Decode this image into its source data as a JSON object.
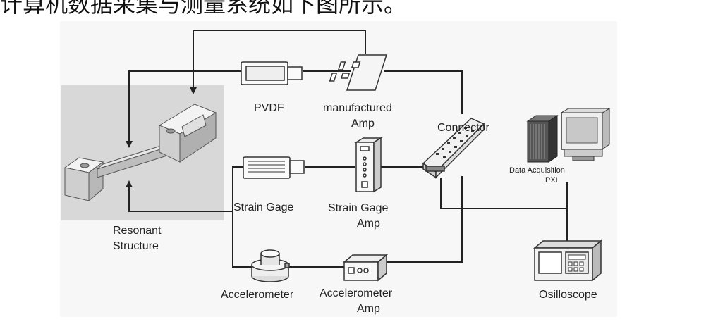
{
  "caption": "计算机数据采集与测量系统如下图所示。",
  "labels": {
    "resonant_1": "Resonant",
    "resonant_2": "Structure",
    "pvdf": "PVDF",
    "manufactured_1": "manufactured",
    "manufactured_2": "Amp",
    "connector": "Connector",
    "daq_1": "Data Acquisition",
    "daq_2": "PXI",
    "strain_gage": "Strain Gage",
    "strain_amp_1": "Strain Gage",
    "strain_amp_2": "Amp",
    "accelerometer": "Accelerometer",
    "accel_amp_1": "Accelerometer",
    "accel_amp_2": "Amp",
    "oscilloscope": "Osilloscope"
  },
  "colors": {
    "line": "#222222",
    "panel": "#d9d9d9",
    "background": "#f6f6f6"
  }
}
